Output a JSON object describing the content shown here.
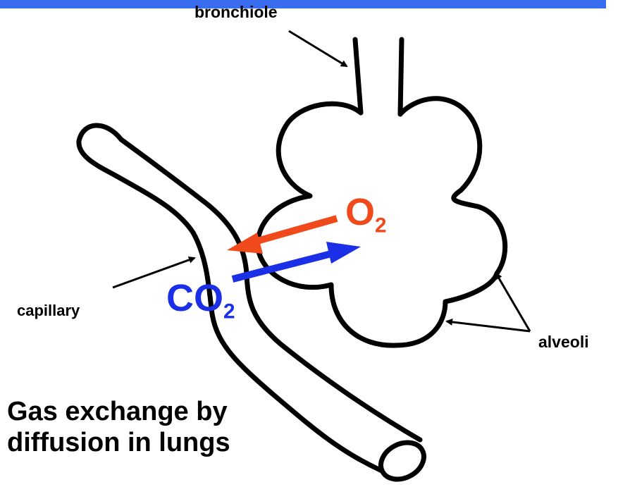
{
  "colors": {
    "top_bar": "#3a6cf0",
    "o2": "#f04a1c",
    "co2": "#1a2fe6",
    "outline": "#000000"
  },
  "labels": {
    "bronchiole": "bronchiole",
    "capillary": "capillary",
    "alveoli": "alveoli",
    "o2_main": "O",
    "o2_sub": "2",
    "co2_main": "CO",
    "co2_sub": "2",
    "title_line1": "Gas exchange by",
    "title_line2": "diffusion in lungs"
  }
}
